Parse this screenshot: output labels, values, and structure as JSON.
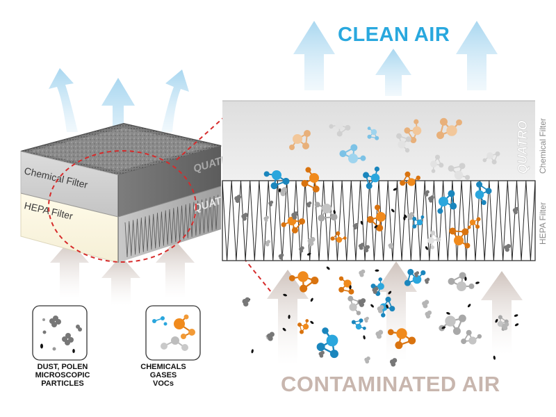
{
  "headings": {
    "clean_air": "CLEAN AIR",
    "contaminated_air": "CONTAMINATED AIR"
  },
  "filter_block": {
    "chemical_label": "Chemical Filter",
    "hepa_label": "HEPA Filter",
    "brand": "QUATRO"
  },
  "zoom_panel": {
    "chemical_label": "Chemical Filter",
    "hepa_label": "HEPA Filter",
    "brand": "QUATRO"
  },
  "legend": {
    "dust": {
      "lines": [
        "DUST, POLEN",
        "MICROSCOPIC",
        "PARTICLES"
      ]
    },
    "chemicals": {
      "lines": [
        "CHEMICALS",
        "GASES",
        "VOCs"
      ]
    }
  },
  "colors": {
    "clean_blue": "#29a8de",
    "arrow_blue": "#bfe0f2",
    "contaminated_taupe": "#c8b6ae",
    "dashed_red": "#d62b2b",
    "molecule_orange": "#f08a1c",
    "molecule_blue": "#2aa6dd",
    "molecule_gray": "#b9b9b9"
  }
}
